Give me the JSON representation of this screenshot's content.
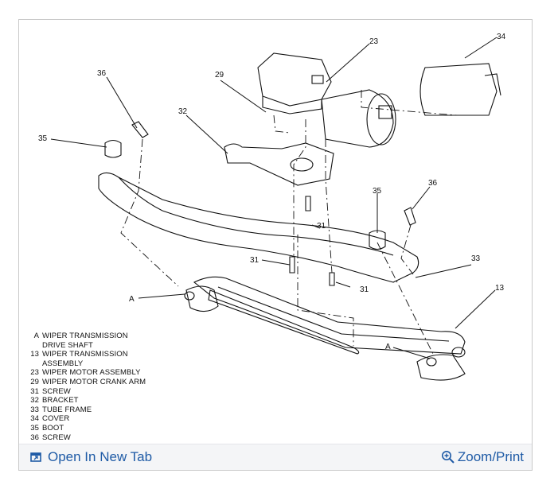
{
  "callouts": {
    "c23": "23",
    "c34": "34",
    "c36a": "36",
    "c29": "29",
    "c32": "32",
    "c35a": "35",
    "c35b": "35",
    "c36b": "36",
    "c31a": "31",
    "c31b": "31",
    "c31c": "31",
    "c33": "33",
    "c13": "13",
    "cA1": "A",
    "cA2": "A"
  },
  "legend": [
    {
      "key": "A",
      "label": "WIPER TRANSMISSION",
      "cont": "DRIVE SHAFT"
    },
    {
      "key": "13",
      "label": "WIPER TRANSMISSION",
      "cont": "ASSEMBLY"
    },
    {
      "key": "23",
      "label": "WIPER MOTOR ASSEMBLY"
    },
    {
      "key": "29",
      "label": "WIPER MOTOR CRANK ARM"
    },
    {
      "key": "31",
      "label": "SCREW"
    },
    {
      "key": "32",
      "label": "BRACKET"
    },
    {
      "key": "33",
      "label": "TUBE FRAME"
    },
    {
      "key": "34",
      "label": "COVER"
    },
    {
      "key": "35",
      "label": "BOOT"
    },
    {
      "key": "36",
      "label": "SCREW"
    }
  ],
  "footer": {
    "open_tab_label": "Open In New Tab",
    "zoom_label": "Zoom/Print"
  },
  "icons": {
    "open_tab": "open-new-tab-icon",
    "zoom": "magnifier-plus-icon"
  },
  "colors": {
    "link": "#1f5ba6",
    "footer_bg": "#f4f5f7",
    "border": "#c9c9c9"
  }
}
